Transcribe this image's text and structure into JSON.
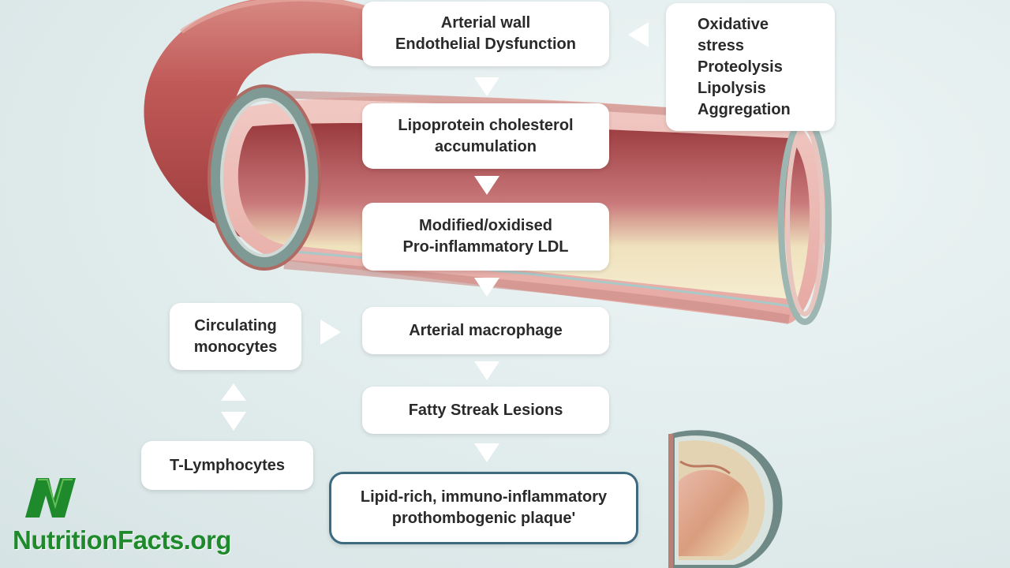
{
  "diagram": {
    "boxes": {
      "arterial_wall": "Arterial wall\nEndothelial Dysfunction",
      "stressors": "Oxidative\nstress\nProteolysis\nLipolysis\nAggregation",
      "lipoprotein": "Lipoprotein cholesterol\naccumulation",
      "modified_ldl": "Modified/oxidised\nPro-inflammatory LDL",
      "macrophage": "Arterial macrophage",
      "monocytes": "Circulating\nmonocytes",
      "fatty_streak": "Fatty Streak Lesions",
      "t_lymphocytes": "T-Lymphocytes",
      "plaque": "Lipid-rich, immuno-inflammatory\nprothombogenic plaque'"
    }
  },
  "branding": {
    "logo_text": "NutritionFacts.org",
    "logo_icon": "leaf-n-logo",
    "logo_color": "#1e8a2c"
  },
  "colors": {
    "background": "#e1ecec",
    "box_fill": "#ffffff",
    "box_text": "#2a2a2a",
    "final_box_border": "#3e6a80",
    "artery_outer": "#b8484a",
    "artery_inner": "#8e2f33",
    "plaque_yellow": "#efe4b8"
  }
}
